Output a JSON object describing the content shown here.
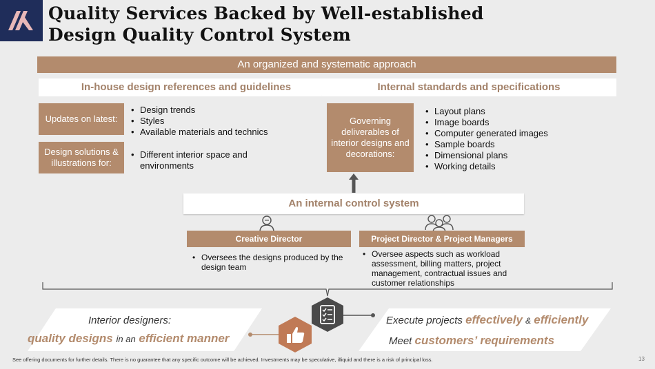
{
  "title": {
    "line1": "Quality Services Backed by Well-established",
    "line2": "Design Quality Control System"
  },
  "banner": "An organized and systematic approach",
  "left_header": "In-house design references and guidelines",
  "right_header": "Internal standards and specifications",
  "updates": {
    "label": "Updates on latest:",
    "items": [
      "Design trends",
      "Styles",
      "Available materials and technics"
    ]
  },
  "solutions": {
    "label_line1": "Design solutions &",
    "label_line2": "illustrations for:",
    "item_line1": "Different interior space and",
    "item_line2": "environments"
  },
  "governing": {
    "lines": [
      "Governing",
      "deliverables of",
      "interior designs and",
      "decorations:"
    ],
    "items": [
      "Layout plans",
      "Image boards",
      "Computer generated images",
      "Sample boards",
      "Dimensional plans",
      "Working details"
    ]
  },
  "control": "An internal control system",
  "creative": {
    "title": "Creative Director",
    "lines": [
      "Oversees the designs produced by the",
      "design team"
    ]
  },
  "pm": {
    "title": "Project Director & Project Managers",
    "lines": [
      "Oversee aspects such as workload",
      "assessment, billing matters, project",
      "management, contractual issues and",
      "customer relationships"
    ]
  },
  "bottom_left": {
    "line1": "Interior designers:",
    "quality": "quality designs",
    "in_an": "in an",
    "efficient": "efficient manner"
  },
  "bottom_right": {
    "execute": "Execute projects",
    "effectively": "effectively",
    "amp": "&",
    "efficiently": "efficiently",
    "meet": "Meet",
    "requirements": "customers’ requirements"
  },
  "footer": "See offering documents for further details. There is no guarantee that any specific outcome will be achieved. Investments may be speculative, illiquid and there is a risk of principal loss.",
  "page_number": "13",
  "colors": {
    "accent": "#b38b6d",
    "navy": "#1f2d5a",
    "hex_icon": "#c07a56",
    "dark_icon": "#4a4a4a"
  },
  "icons": [
    "logo",
    "person-icon",
    "group-icon",
    "arrow-up-icon",
    "checklist-icon",
    "thumbs-up-icon"
  ]
}
